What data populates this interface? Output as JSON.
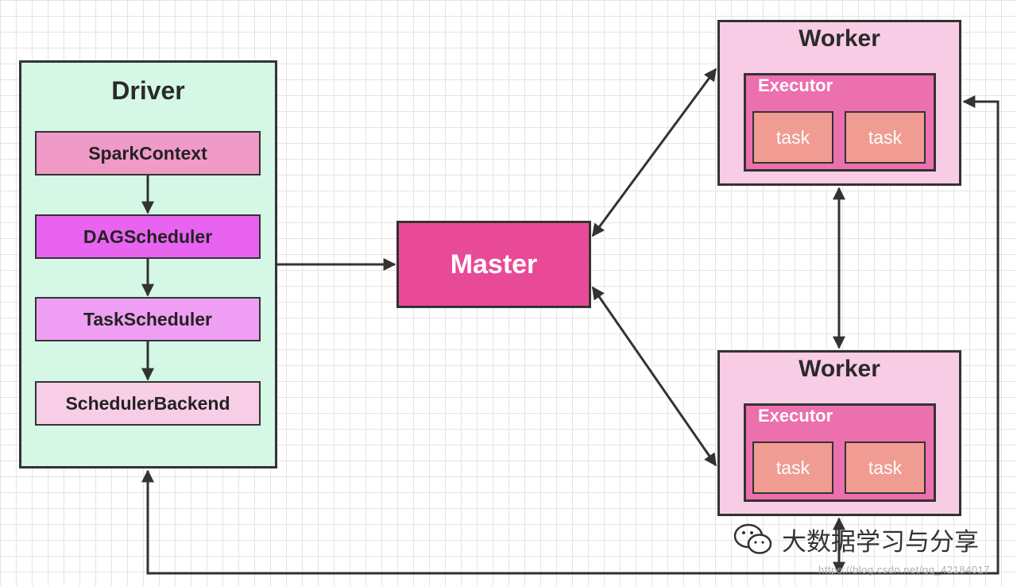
{
  "driver": {
    "title": "Driver",
    "components": [
      "SparkContext",
      "DAGScheduler",
      "TaskScheduler",
      "SchedulerBackend"
    ]
  },
  "master": {
    "label": "Master"
  },
  "workers": [
    {
      "title": "Worker",
      "executor": "Executor",
      "tasks": [
        "task",
        "task"
      ]
    },
    {
      "title": "Worker",
      "executor": "Executor",
      "tasks": [
        "task",
        "task"
      ]
    }
  ],
  "watermark": {
    "brand": "大数据学习与分享",
    "url": "https://blog.csdn.net/qq_42184017"
  },
  "colors": {
    "driver_bg": "#d5f8e6",
    "sparkcontext": "#f09ac7",
    "dagscheduler": "#e863f0",
    "taskscheduler": "#ee9ff3",
    "schedulerbackend": "#f8cde6",
    "master": "#e94a97",
    "worker_bg": "#f8cce5",
    "executor": "#ec6fae",
    "task": "#f09c92"
  }
}
